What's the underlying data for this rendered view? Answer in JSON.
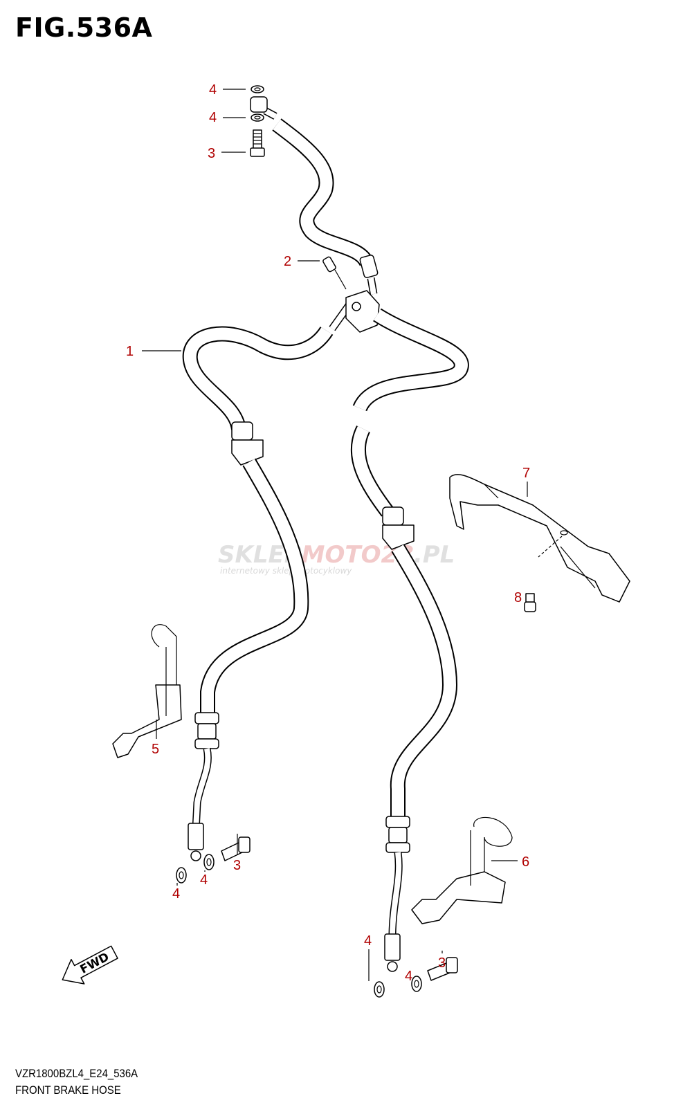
{
  "figure_title": "FIG.536A",
  "footer": {
    "model_code": "VZR1800BZL4_E24_536A",
    "diagram_name": "FRONT BRAKE HOSE"
  },
  "watermark": {
    "brand_part1": "SKLEP",
    "brand_part2": "MOTO",
    "brand_part3": "28",
    "brand_part4": ".PL",
    "tagline": "internetowy sklep motocyklowy"
  },
  "fwd_label": "FWD",
  "callouts": {
    "washer_top_1": "4",
    "washer_top_2": "4",
    "bolt_top": "3",
    "bleeder": "2",
    "hose": "1",
    "bracket_right": "7",
    "bolt_bracket": "8",
    "clamp_left": "5",
    "clamp_right": "6",
    "bolt_left": "3",
    "washer_left_a": "4",
    "washer_left_b": "4",
    "bolt_right": "3",
    "washer_right_a": "4",
    "washer_right_b": "4"
  },
  "colors": {
    "callout": "#b00000",
    "line": "#000000",
    "watermark_gray": "#c8c8c8",
    "watermark_red": "#e8a0a0"
  }
}
